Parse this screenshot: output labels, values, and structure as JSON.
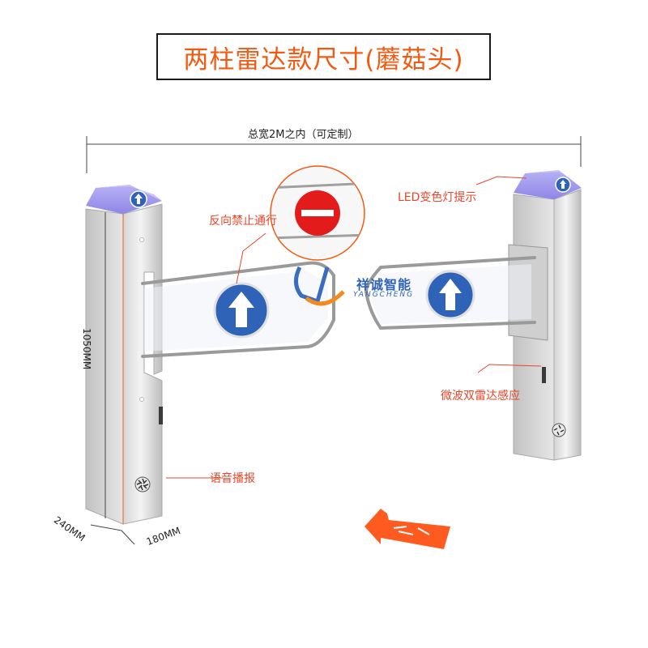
{
  "title": "两柱雷达款尺寸(蘑菇头)",
  "dimensions": {
    "total_width": "总宽2M之内（可定制）",
    "height": "1050MM",
    "depth_a": "240MM",
    "depth_b": "180MM"
  },
  "callouts": {
    "no_reverse": "反向禁止通行",
    "led": "LED变色灯提示",
    "radar": "微波双雷达感应",
    "voice": "语音播报"
  },
  "logo": {
    "cn": "祥诚智能",
    "en": "YANGCHENG"
  },
  "colors": {
    "title": "#f25a12",
    "callout": "#e8452a",
    "led_cap": "#a9a3f0",
    "arrow_sign": "#2f63b8",
    "no_entry": "#e31b1b",
    "floor_arrow": "#ff5a1f"
  }
}
